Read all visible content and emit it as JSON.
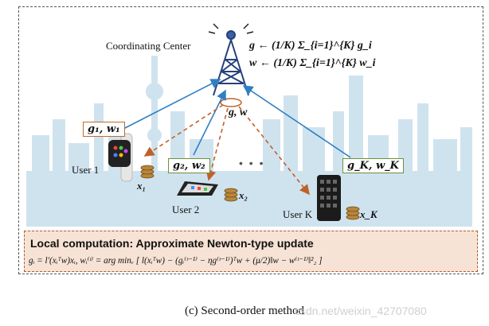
{
  "center": {
    "label": "Coordinating Center",
    "update_g": "g ← (1/K) Σ_{i=1}^{K} g_i",
    "update_w": "w ← (1/K) Σ_{i=1}^{K} w_i",
    "broadcast": "g, w"
  },
  "users": [
    {
      "label": "User 1",
      "upload": "g₁, w₁",
      "data": "x₁"
    },
    {
      "label": "User 2",
      "upload": "g₂, w₂",
      "data": "x₂"
    },
    {
      "label": "User K",
      "upload": "g_K, w_K",
      "data": "x_K"
    }
  ],
  "ellipsis": "• • •",
  "local": {
    "title": "Local computation: Approximate Newton-type update",
    "equation": "gᵢ = l′(xᵢᵀw)xᵢ,  wᵢ⁽ᵗ⁾ = arg minᵥ [ l(xᵢᵀw) − (gᵢ⁽ᵗ⁻¹⁾ − ηg⁽ᵗ⁻¹⁾)ᵀw + (μ/2)‖w − w⁽ᵗ⁻¹⁾‖²₂ ]"
  },
  "caption": "(c) Second-order method",
  "watermark": "csdn.net/weixin_42707080",
  "colors": {
    "skyline": "#cfe3ef",
    "upload_arrow": "#2f7fc4",
    "download_arrow": "#c0612a",
    "tower": "#26407a",
    "local_bg": "#f7e3d5",
    "local_border": "#b05a2a"
  }
}
